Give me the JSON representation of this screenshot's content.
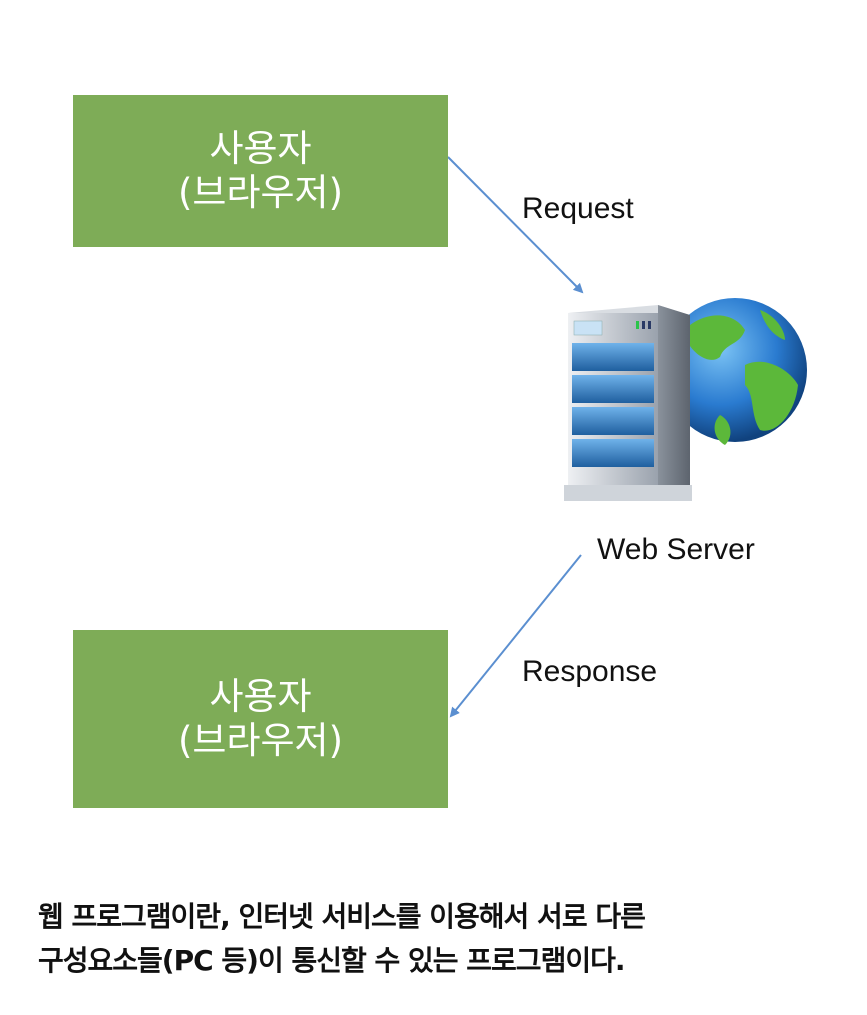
{
  "diagram": {
    "title": "Web program request/response flow",
    "nodes": {
      "client_top": {
        "line1": "사용자",
        "line2": "(브라우저)"
      },
      "client_bottom": {
        "line1": "사용자",
        "line2": "(브라우저)"
      },
      "server": {
        "label": "Web Server",
        "icon": "server-globe-icon"
      }
    },
    "edges": {
      "request": {
        "label": "Request",
        "from": "client_top",
        "to": "server"
      },
      "response": {
        "label": "Response",
        "from": "server",
        "to": "client_bottom"
      }
    },
    "colors": {
      "box_fill": "#7eac57",
      "arrow": "#5b8fd0",
      "box_text": "#ffffff"
    }
  },
  "caption": {
    "line1": "웹 프로그램이란, 인터넷 서비스를 이용해서 서로 다른",
    "line2": "구성요소들(PC 등)이 통신할 수 있는 프로그램이다."
  }
}
